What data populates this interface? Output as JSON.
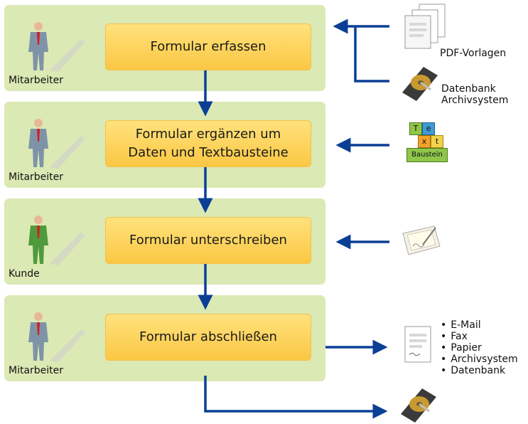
{
  "steps": [
    {
      "label": "Formular erfassen",
      "actor": "Mitarbeiter"
    },
    {
      "label": "Formular ergänzen um\nDaten und Textbausteine",
      "actor": "Mitarbeiter"
    },
    {
      "label": "Formular unterschreiben",
      "actor": "Kunde"
    },
    {
      "label": "Formular abschließen",
      "actor": "Mitarbeiter"
    }
  ],
  "resources": {
    "pdf_templates": "PDF-Vorlagen",
    "database_archive": "Datenbank\nArchivsystem",
    "text_blocks_badge": "Baustein",
    "text_tile_letters": [
      "T",
      "e",
      "x",
      "t"
    ]
  },
  "outputs": [
    "E-Mail",
    "Fax",
    "Papier",
    "Archivsystem",
    "Datenbank"
  ],
  "colors": {
    "panel": "#dbe9b4",
    "step_box": "#fcd25b",
    "arrow": "#0b3f96",
    "actor_staff": "#7f93a8",
    "actor_customer": "#4f9a3c",
    "tie": "#d21e1e"
  }
}
